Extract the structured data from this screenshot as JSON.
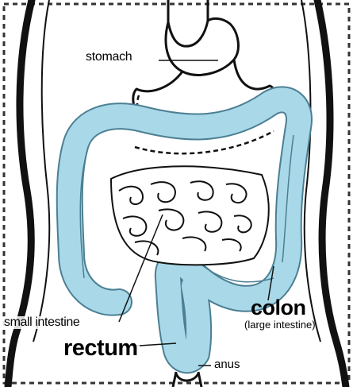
{
  "labels": {
    "stomach": "stomach",
    "colon": "colon",
    "large_intestine": "(large intestine)",
    "small_intestine": "small intestine",
    "rectum": "rectum",
    "anus": "anus"
  },
  "colors": {
    "colon_fill": "#a9d9e8",
    "colon_stroke": "#4b7f93",
    "outline": "#111111",
    "border_dash": "#333333",
    "background": "#ffffff"
  },
  "icons": {
    "stomach": "stomach-shape",
    "small_intestine": "coiled-intestine",
    "colon": "colon-tube"
  }
}
